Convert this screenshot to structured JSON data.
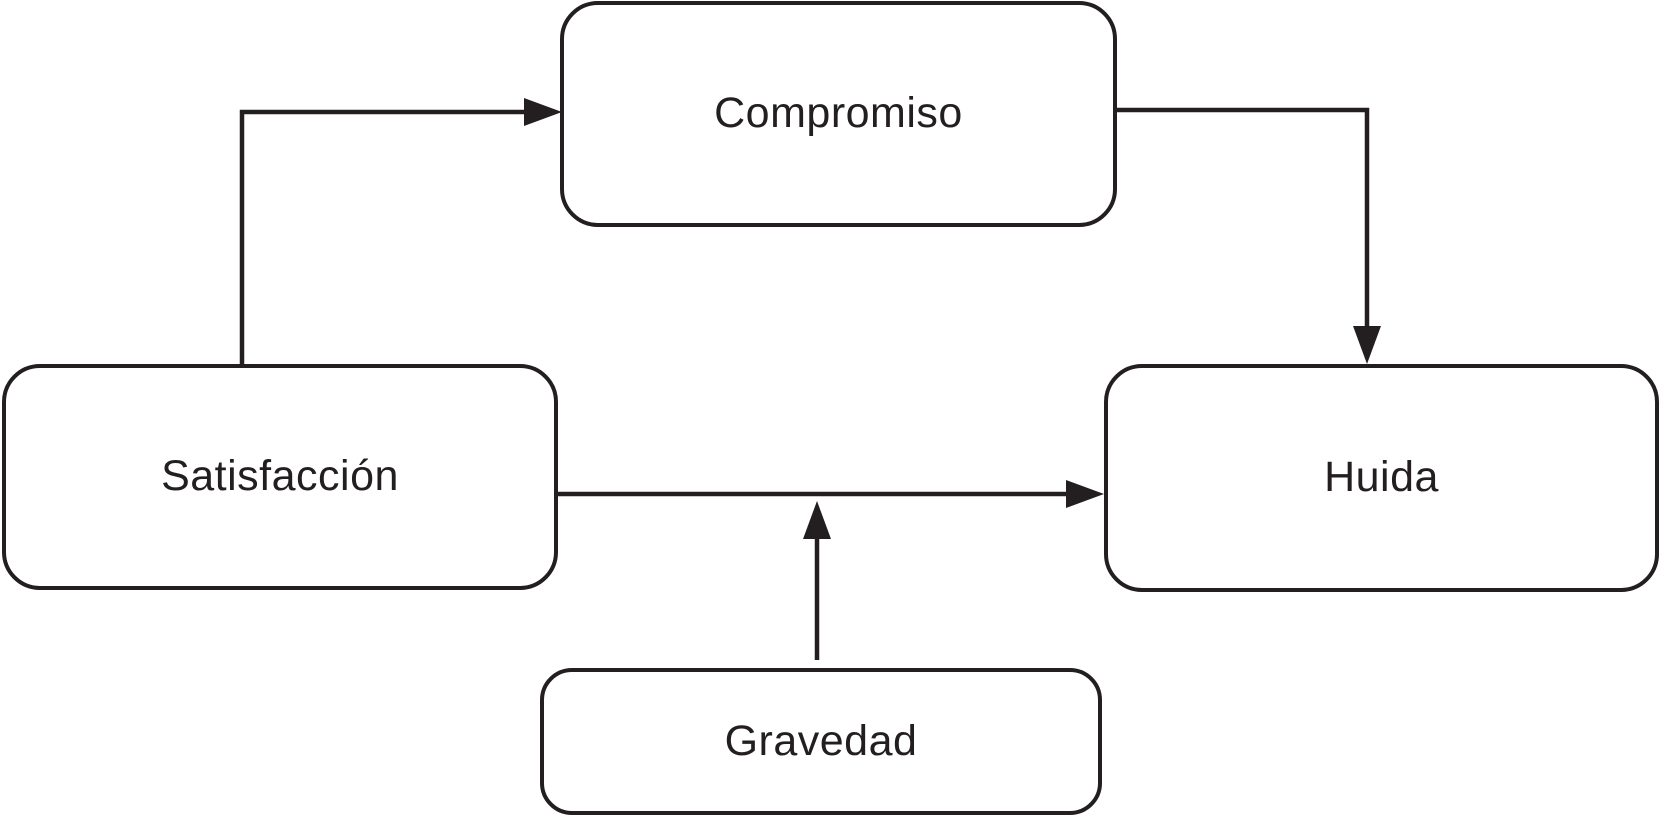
{
  "diagram": {
    "kind": "path-model-flow-diagram",
    "background_color": "#ffffff",
    "colors": {
      "stroke": "#231f20",
      "text": "#231f20",
      "node_fill": "#ffffff"
    },
    "nodes": [
      {
        "id": "compromiso",
        "label": "Compromiso"
      },
      {
        "id": "satisfaccion",
        "label": "Satisfacción"
      },
      {
        "id": "huida",
        "label": "Huida"
      },
      {
        "id": "gravedad",
        "label": "Gravedad"
      }
    ],
    "edges": [
      {
        "from": "satisfaccion",
        "to": "compromiso",
        "style": "elbow",
        "arrowhead": "solid-triangle"
      },
      {
        "from": "compromiso",
        "to": "huida",
        "style": "elbow",
        "arrowhead": "solid-triangle"
      },
      {
        "from": "satisfaccion",
        "to": "huida",
        "style": "straight",
        "arrowhead": "solid-triangle"
      },
      {
        "from": "gravedad",
        "to": "edge-satisfaccion-huida",
        "style": "straight",
        "arrowhead": "solid-triangle",
        "role": "moderator"
      }
    ]
  }
}
